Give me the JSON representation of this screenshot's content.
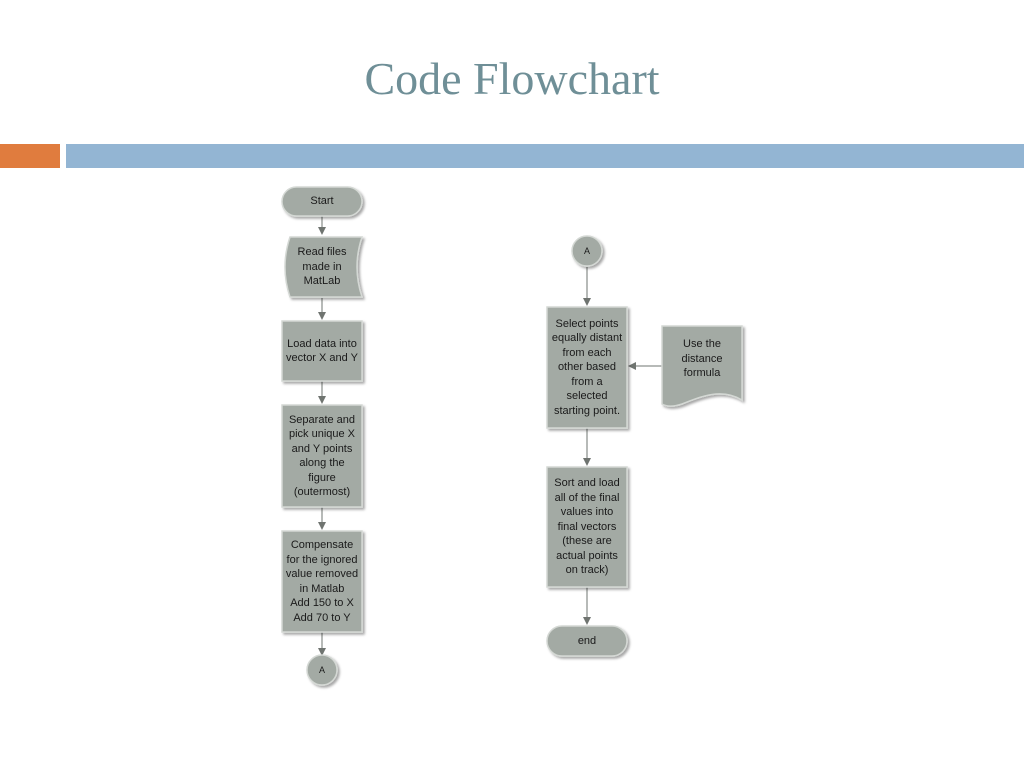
{
  "title": "Code Flowchart",
  "colors": {
    "title": "#6f8f97",
    "accent_orange": "#e07c3e",
    "accent_blue": "#93b5d3",
    "node_fill": "#a3aaa4",
    "node_stroke": "#d4d8d4",
    "connector": "#6f7470"
  },
  "nodes": {
    "start": "Start",
    "read_files": "Read files\nmade in\nMatLab",
    "load_data": "Load data into\nvector X and Y",
    "separate": "Separate and\npick unique X\nand Y points\nalong the\nfigure\n(outermost)",
    "compensate": "Compensate\nfor the ignored\nvalue removed\nin Matlab\nAdd 150 to X\nAdd 70 to Y",
    "connector_out": "A",
    "connector_in": "A",
    "select_points": "Select points\nequally distant\nfrom each\nother based\nfrom a\nselected\nstarting point.",
    "distance_formula": "Use the\ndistance\nformula",
    "sort_load": "Sort and load\nall of the final\nvalues into\nfinal vectors\n(these are\nactual points\non track)",
    "end": "end"
  }
}
